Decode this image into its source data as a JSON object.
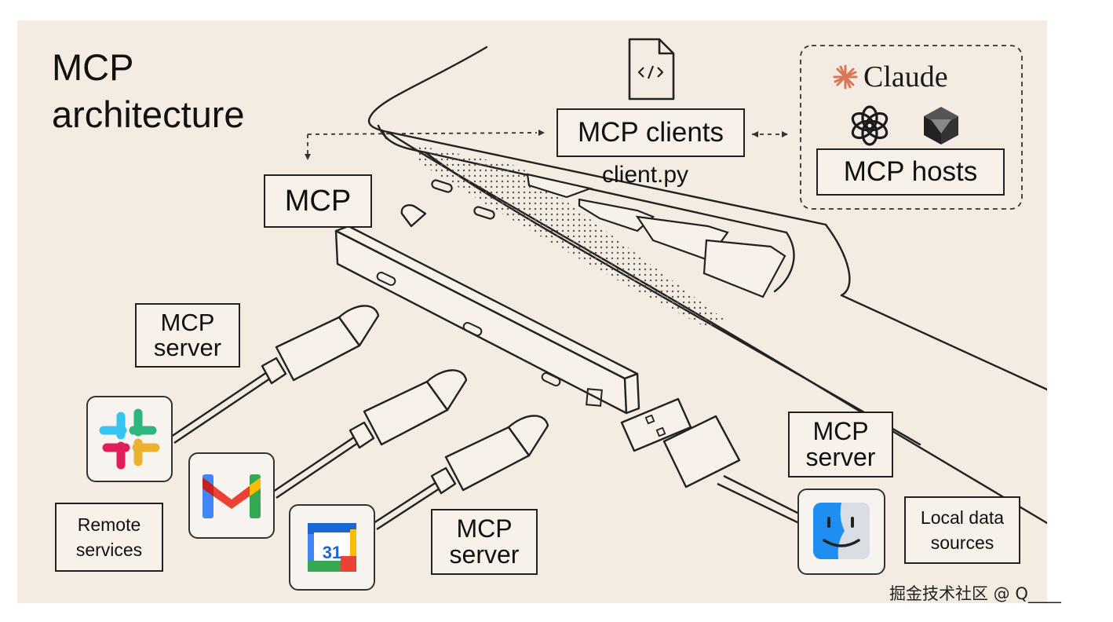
{
  "title": [
    "MCP",
    "architecture"
  ],
  "labels": {
    "mcp_clients": "MCP clients",
    "client_file": "client.py",
    "mcp_hosts": "MCP hosts",
    "mcp": "MCP",
    "server_top": [
      "MCP",
      "server"
    ],
    "server_bottom": [
      "MCP",
      "server"
    ],
    "server_right": [
      "MCP",
      "server"
    ],
    "remote_services": [
      "Remote",
      "services"
    ],
    "local_data_sources": [
      "Local data",
      "sources"
    ]
  },
  "hosts": {
    "claude_logo_text": "Claude"
  },
  "calendar_day": "31",
  "watermark": "掘金技术社区 @ Q____",
  "icons": [
    "code-file-icon",
    "claude-spark-icon",
    "openai-icon",
    "cube-icon",
    "slack-icon",
    "gmail-icon",
    "google-calendar-icon",
    "finder-icon"
  ],
  "colors": {
    "background": "#f4ece3",
    "line": "#222222",
    "label_fill": "#f7f1ea"
  }
}
